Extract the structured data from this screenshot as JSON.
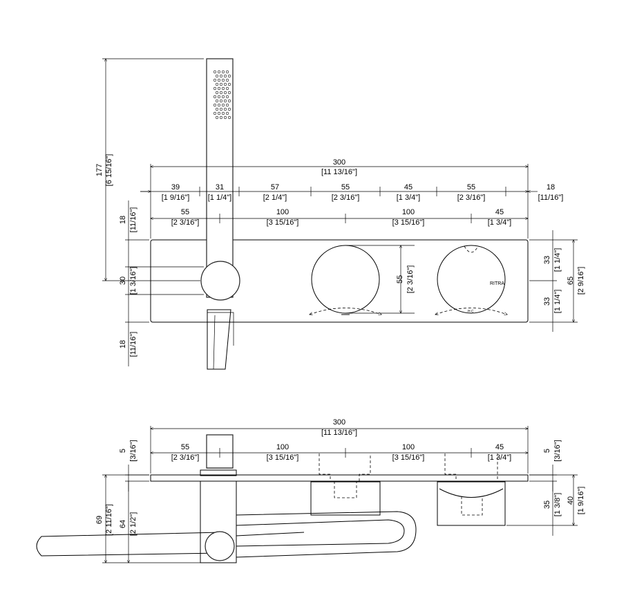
{
  "front_view": {
    "overall": {
      "mm": "300",
      "in": "[11 13/16\"]"
    },
    "row1": [
      {
        "mm": "39",
        "in": "[1 9/16\"]"
      },
      {
        "mm": "31",
        "in": "[1 1/4\"]"
      },
      {
        "mm": "57",
        "in": "[2 1/4\"]"
      },
      {
        "mm": "55",
        "in": "[2 3/16\"]"
      },
      {
        "mm": "45",
        "in": "[1 3/4\"]"
      },
      {
        "mm": "55",
        "in": "[2 3/16\"]"
      },
      {
        "mm": "18",
        "in": "[11/16\"]"
      }
    ],
    "row2": [
      {
        "mm": "55",
        "in": "[2 3/16\"]"
      },
      {
        "mm": "100",
        "in": "[3 15/16\"]"
      },
      {
        "mm": "100",
        "in": "[3 15/16\"]"
      },
      {
        "mm": "45",
        "in": "[1 3/4\"]"
      }
    ],
    "left_vertical": [
      {
        "mm": "177",
        "in": "[6 15/16\"]"
      },
      {
        "mm": "18",
        "in": "[11/16\"]"
      },
      {
        "mm": "30",
        "in": "[1 3/16\"]"
      },
      {
        "mm": "18",
        "in": "[11/16\"]"
      }
    ],
    "knob_height": {
      "mm": "55",
      "in": "[2 3/16\"]"
    },
    "right_vertical": [
      {
        "mm": "33",
        "in": "[1 1/4\"]"
      },
      {
        "mm": "33",
        "in": "[1 1/4\"]"
      },
      {
        "mm": "65",
        "in": "[2 9/16\"]"
      }
    ],
    "brand_mark": "RITRA",
    "knob_mark": "H  C"
  },
  "top_view": {
    "overall": {
      "mm": "300",
      "in": "[11 13/16\"]"
    },
    "row": [
      {
        "mm": "55",
        "in": "[2 3/16\"]"
      },
      {
        "mm": "100",
        "in": "[3 15/16\"]"
      },
      {
        "mm": "100",
        "in": "[3 15/16\"]"
      },
      {
        "mm": "45",
        "in": "[1 3/4\"]"
      }
    ],
    "left_thick": {
      "mm": "5",
      "in": "[3/16\"]"
    },
    "right_thick": {
      "mm": "5",
      "in": "[3/16\"]"
    },
    "left_depth": [
      {
        "mm": "69",
        "in": "[2 11/16\"]"
      },
      {
        "mm": "64",
        "in": "[2 1/2\"]"
      }
    ],
    "right_depth": [
      {
        "mm": "35",
        "in": "[1 3/8\"]"
      },
      {
        "mm": "40",
        "in": "[1 9/16\"]"
      }
    ]
  }
}
